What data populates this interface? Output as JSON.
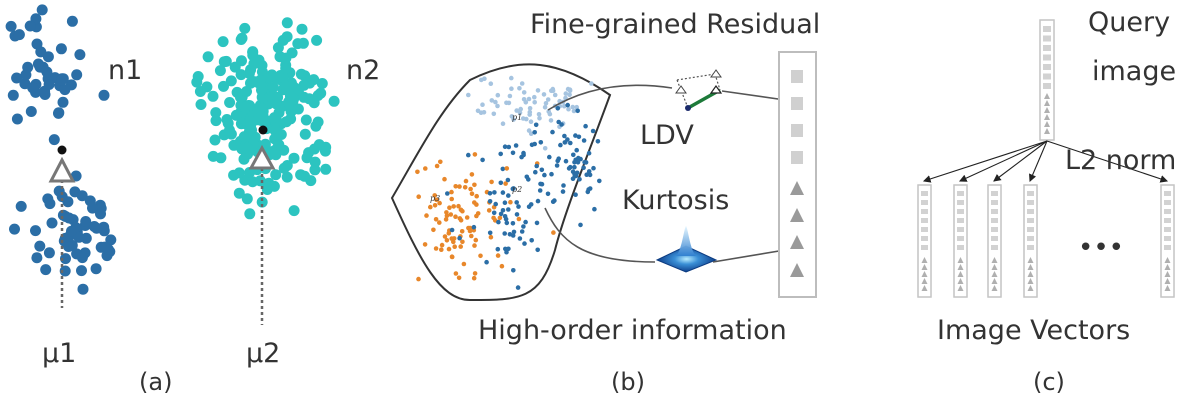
{
  "colors": {
    "cluster_dark_blue": "#2b6ea6",
    "cluster_teal": "#2cc4c0",
    "cluster_light_blue": "#a6c4e0",
    "cluster_orange": "#e8872a",
    "marker": "#777777",
    "text": "#333333",
    "vector_box": "#bdbdbd",
    "vector_cell": "#cccccc"
  },
  "panel_a": {
    "clusters": [
      {
        "count_label": "n1",
        "mean_label": "μ1",
        "icon": "triangle-marker-icon"
      },
      {
        "count_label": "n2",
        "mean_label": "μ2",
        "icon": "triangle-marker-icon"
      }
    ],
    "caption": "(a)"
  },
  "panel_b": {
    "title": "Fine-grained Residual",
    "ldv_label": "LDV",
    "kurtosis_label": "Kurtosis",
    "bottom_label": "High-order information",
    "caption": "(b)",
    "surface_labels": [
      "p1",
      "p2",
      "p3"
    ]
  },
  "panel_c": {
    "query_label": [
      "Query",
      "image"
    ],
    "norm_label": "L2 norm",
    "ellipsis": "•••",
    "bottom_label": "Image Vectors",
    "caption": "(c)"
  }
}
